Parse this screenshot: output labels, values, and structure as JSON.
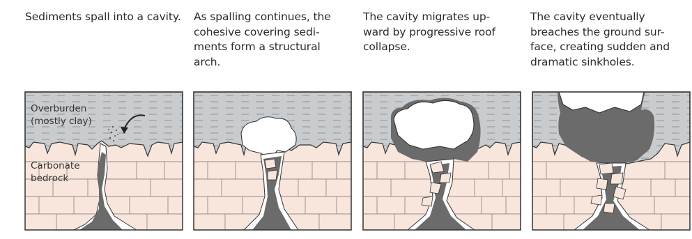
{
  "captions": [
    "Sediments spall into a cavity.",
    "As spalling continues, the\ncohesive covering sedi-\nments form a structural\narch.",
    "The cavity migrates up-\nward by progressive roof\ncollapse.",
    "The cavity eventually\nbreaches the ground sur-\nface, creating sudden and\ndramatic sinkholes."
  ],
  "labels": {
    "overburden_1": "Overburden",
    "overburden_2": "(mostly clay)",
    "bedrock_1": "Carbonate",
    "bedrock_2": "bedrock"
  },
  "colors": {
    "overburden": "#c9cccf",
    "bedrock": "#f8e6dd",
    "sediment": "#6b6b6b",
    "cavity": "#ffffff",
    "outline": "#333333"
  }
}
